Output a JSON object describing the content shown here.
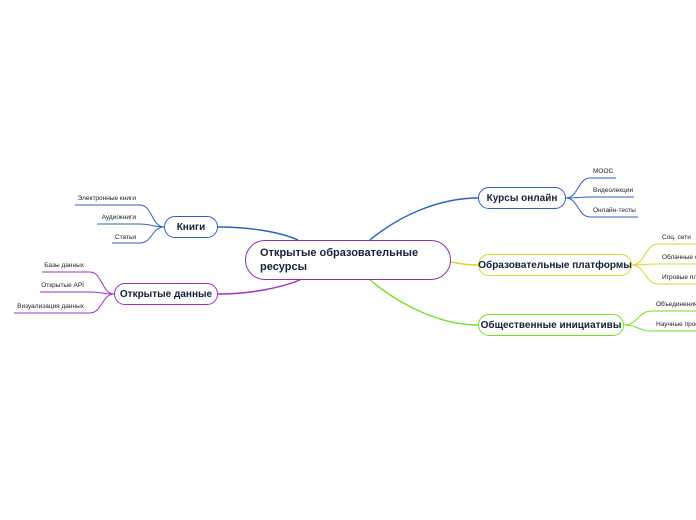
{
  "central": {
    "label": "Открытые образовательные ресурсы"
  },
  "colors": {
    "courses": "#2a60c8",
    "platforms": "#d9d925",
    "initiatives": "#72e21f",
    "books": "#2a60c8",
    "open_data": "#a42ad1"
  },
  "branches": {
    "courses": {
      "label": "Курсы онлайн",
      "children": [
        "MOOC",
        "Видеолекции",
        "Онлайн-тесты"
      ]
    },
    "platforms": {
      "label": "Образовательные платформы",
      "children": [
        "Соц. сети",
        "Облачные с",
        "Игровые пл"
      ]
    },
    "initiatives": {
      "label": "Общественные инициативы",
      "children": [
        "Объединения",
        "Научные проe"
      ]
    },
    "books": {
      "label": "Книги",
      "children": [
        "Электронные книги",
        "Аудиокниги",
        "Статьи"
      ]
    },
    "open_data": {
      "label": "Открытые данные",
      "children": [
        "Базы данных",
        "Открытые API",
        "Визуализация данных"
      ]
    }
  }
}
